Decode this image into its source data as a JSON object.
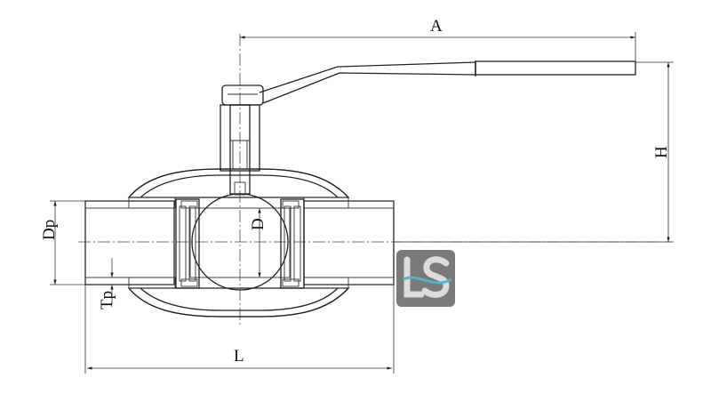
{
  "drawing": {
    "labels": {
      "A": "A",
      "H": "H",
      "D": "D",
      "Dp": "Dp",
      "Tp": "Tp",
      "L": "L"
    },
    "logo": {
      "name": "ls-logo-watermark",
      "text": "LS",
      "colors": {
        "background": "#7a7a7a",
        "letter": "#dcdcdc",
        "accent": "#4fb7c9"
      }
    }
  }
}
